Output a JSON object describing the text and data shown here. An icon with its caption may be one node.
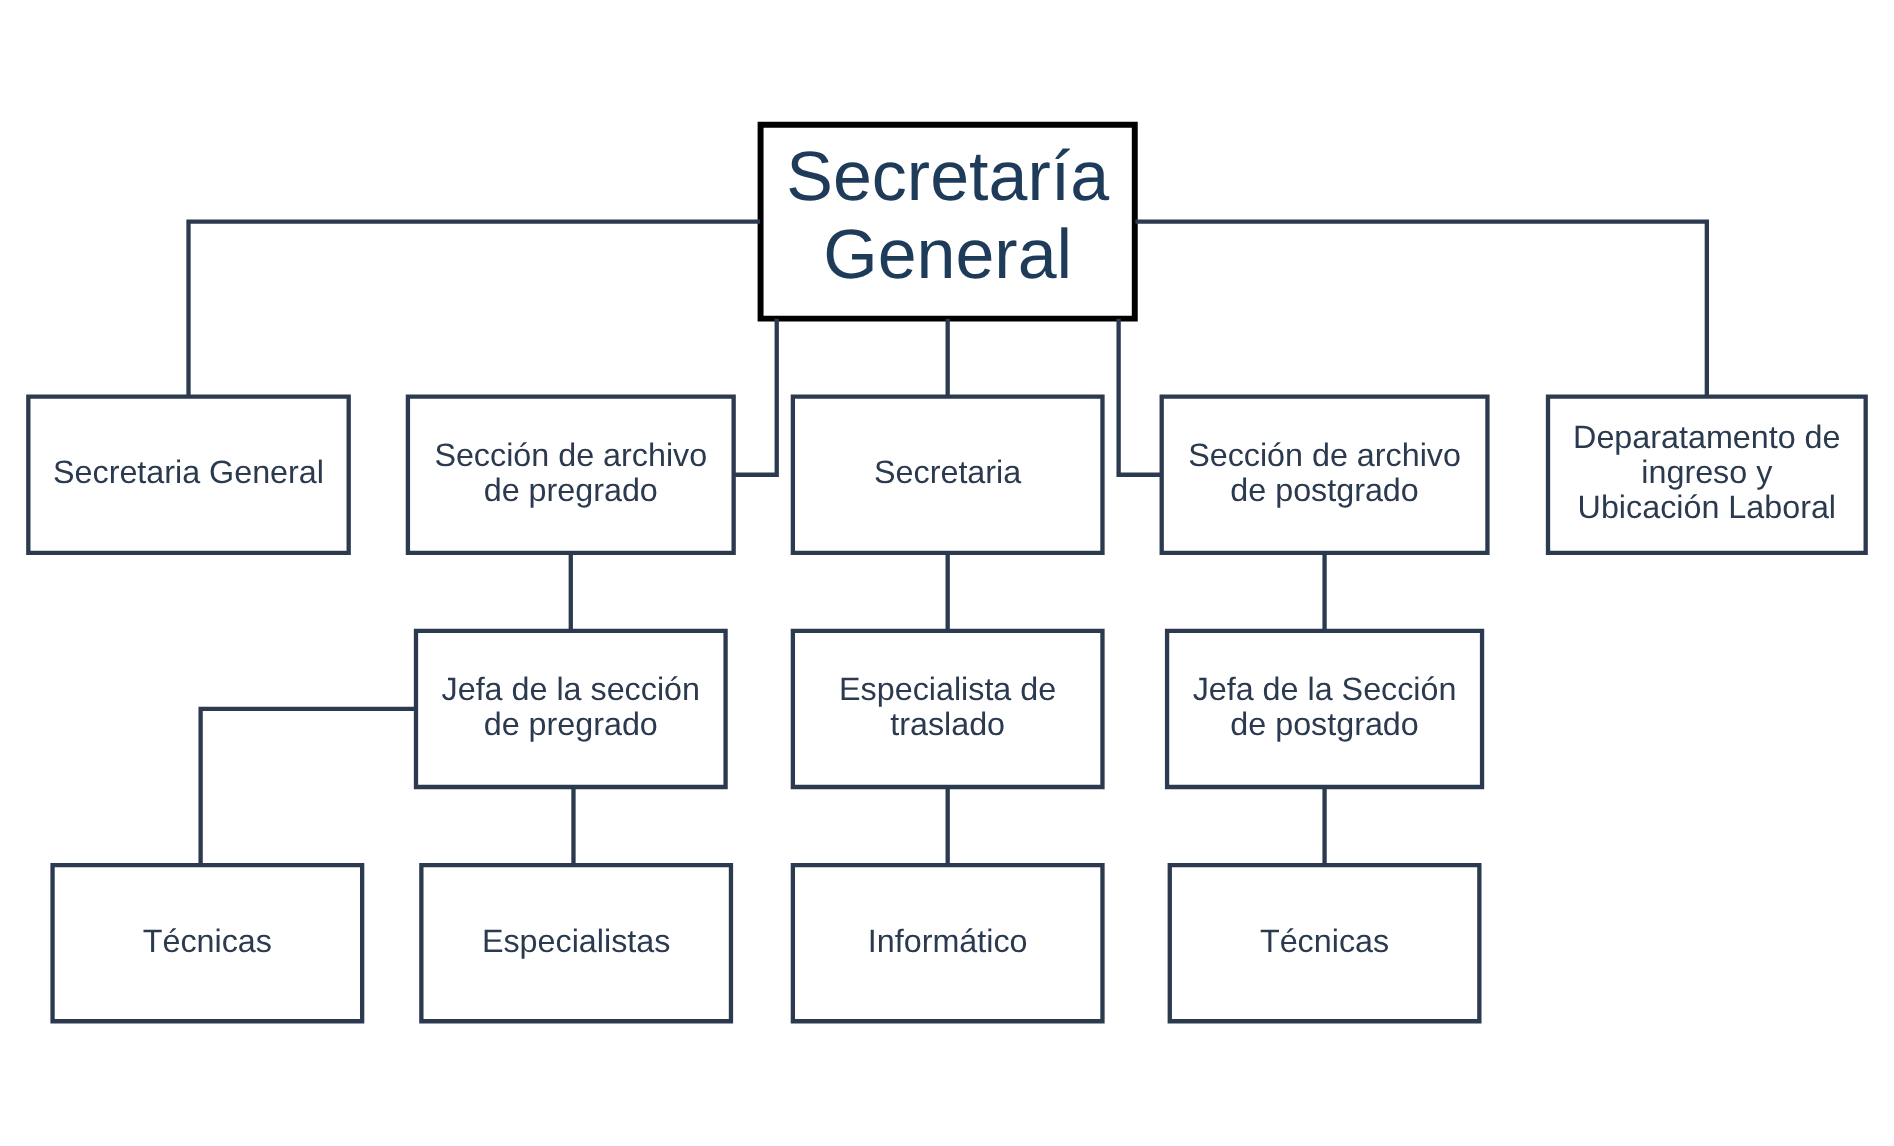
{
  "diagram": {
    "nodes": [
      {
        "text": [
          "Secretaría General"
        ]
      },
      {
        "text": [
          "Secretaria General"
        ]
      },
      {
        "text": [
          "Sección de archivo de pregrado"
        ]
      },
      {
        "text": [
          "Secretaria"
        ]
      },
      {
        "text": [
          "Sección de archivo de postgrado"
        ]
      },
      {
        "text": [
          "Deparatamento de ingreso y Ubicación Laboral"
        ]
      },
      {
        "text": [
          "Jefa de la sección de pregrado"
        ]
      },
      {
        "text": [
          "Especialista de traslado"
        ]
      },
      {
        "text": [
          "Jefa de la Sección de postgrado"
        ]
      },
      {
        "text": [
          "Técnicas"
        ]
      },
      {
        "text": [
          "Especialistas"
        ]
      },
      {
        "text": [
          "Informático"
        ]
      },
      {
        "text": [
          "Técnicas"
        ]
      }
    ],
    "edges": [
      {
        "from": 0,
        "to": 1,
        "arrow": "none"
      },
      {
        "from": 0,
        "to": 2,
        "arrow": "none"
      },
      {
        "from": 0,
        "to": 3,
        "arrow": "none"
      },
      {
        "from": 0,
        "to": 4,
        "arrow": "none"
      },
      {
        "from": 0,
        "to": 5,
        "arrow": "none"
      },
      {
        "from": 2,
        "to": 6,
        "arrow": "none"
      },
      {
        "from": 3,
        "to": 7,
        "arrow": "none"
      },
      {
        "from": 4,
        "to": 8,
        "arrow": "none"
      },
      {
        "from": 6,
        "to": 9,
        "arrow": "none"
      },
      {
        "from": 6,
        "to": 10,
        "arrow": "none"
      },
      {
        "from": 7,
        "to": 11,
        "arrow": "none"
      },
      {
        "from": 8,
        "to": 12,
        "arrow": "none"
      }
    ]
  }
}
